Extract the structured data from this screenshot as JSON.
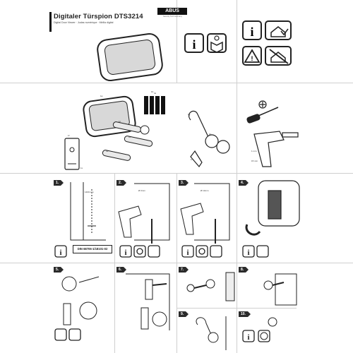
{
  "header": {
    "title": "Digitaler Türspion DTS3214",
    "subtitle": "Digital Door Viewer · Judas numérique · Mirilla digital",
    "brand": "ABUS",
    "brand_tagline": "Security Tech Germany"
  },
  "steps": {
    "s1": "1.",
    "s2": "2.",
    "s3": "3.",
    "s4": "4.",
    "s5": "5.",
    "s6": "6.",
    "s7": "7.",
    "s8": "8.",
    "s9": "9.",
    "s10": "10."
  },
  "labels": {
    "din": "DIN 68706-1/18101-02",
    "height": "1400 mm",
    "drill_small": "Ø 3mm",
    "drill_large": "Ø 14mm",
    "dim1": "1 mm",
    "dim2": "15 mm",
    "part_a": "1a",
    "part_b": "1b",
    "part_c": "1c",
    "part_d": "1d",
    "part_e": "1e",
    "part_f": "1f",
    "part_g": "1g",
    "part_h": "1h",
    "part_i": "1i",
    "x1": "1x",
    "x4": "4x"
  }
}
